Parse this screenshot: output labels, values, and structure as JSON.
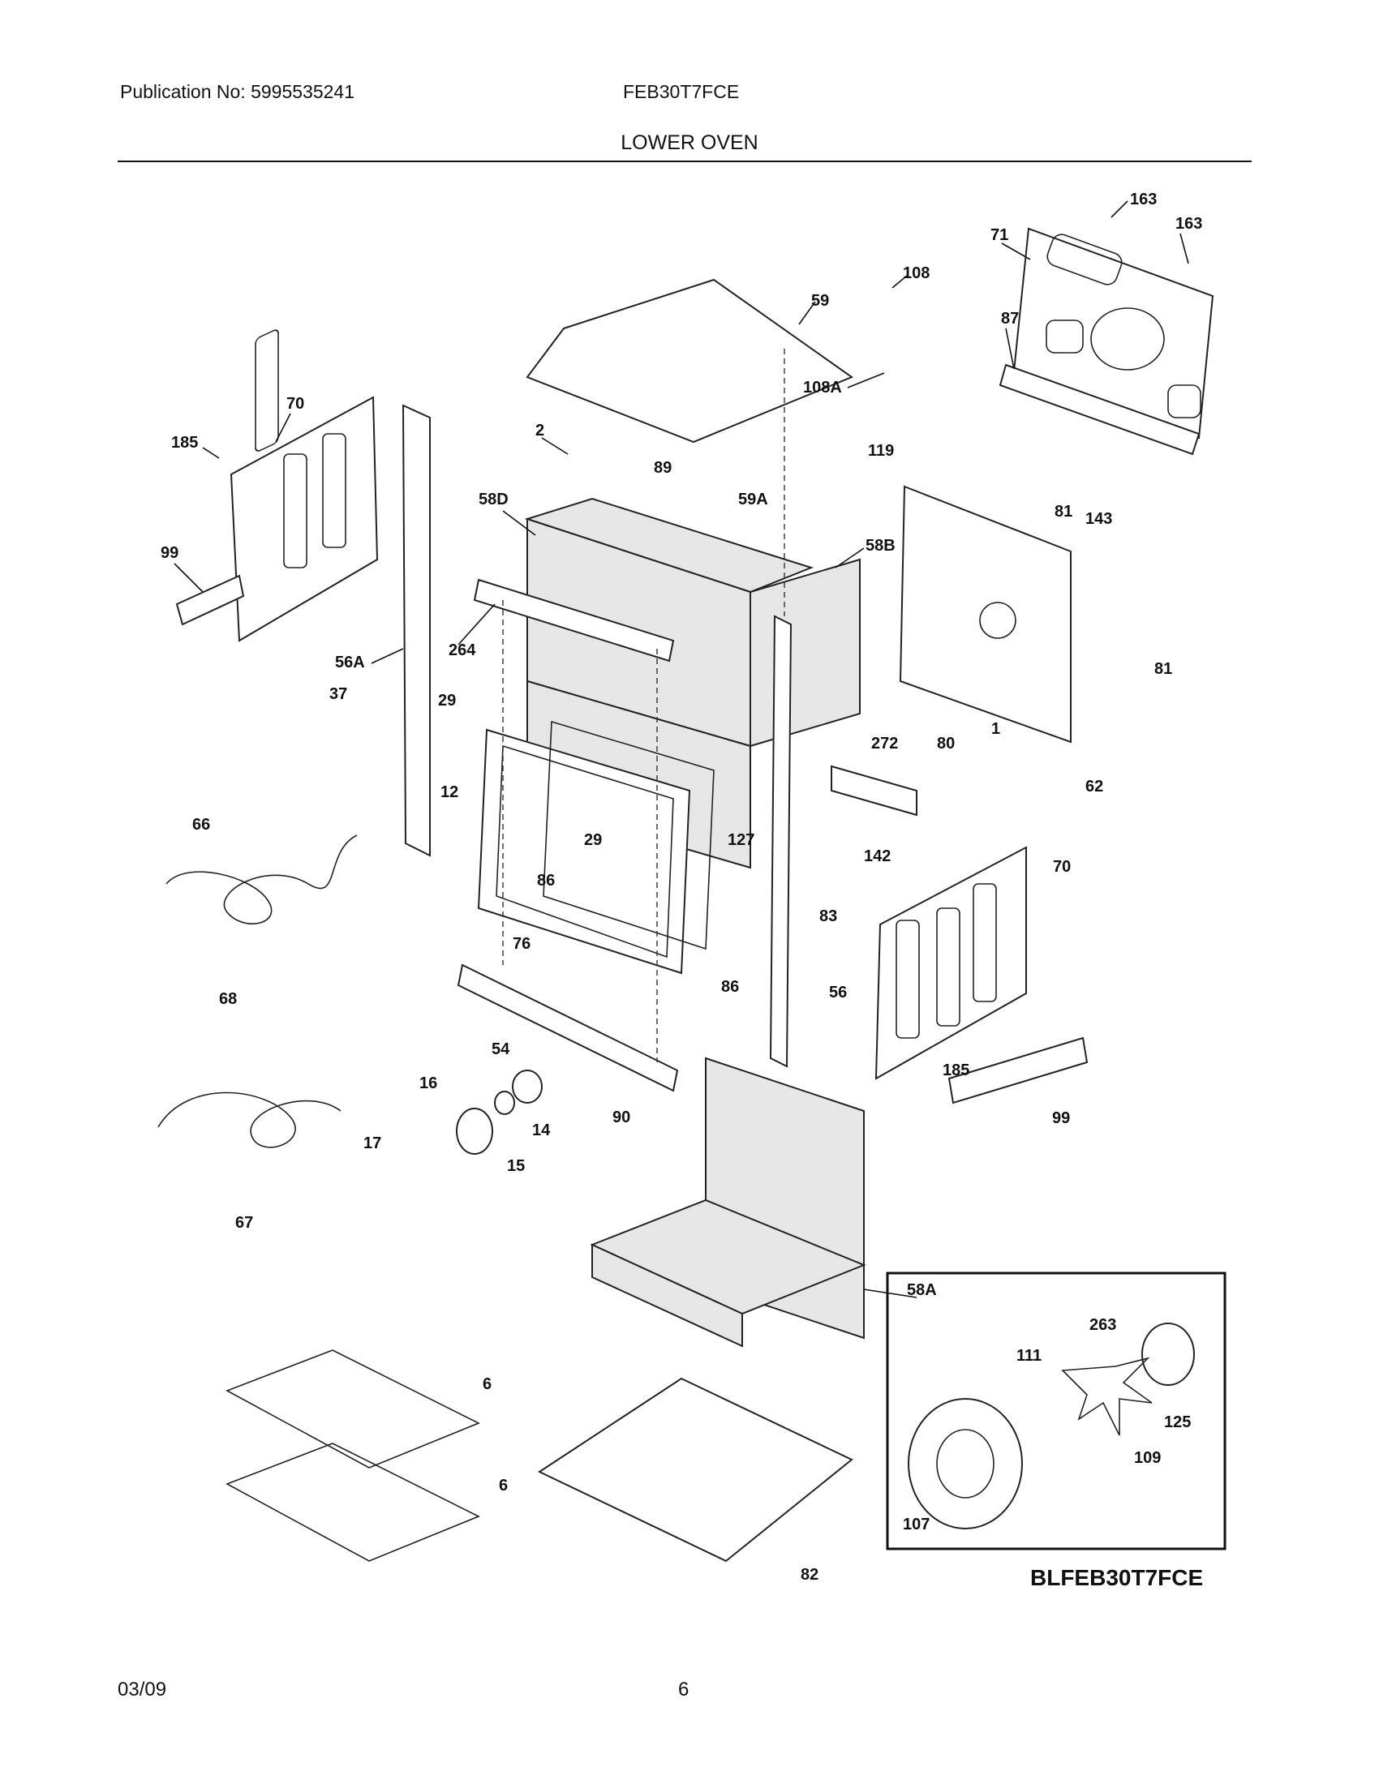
{
  "header": {
    "publication": "Publication No: 5995535241",
    "model": "FEB30T7FCE",
    "section_title": "LOWER OVEN"
  },
  "footer": {
    "date": "03/09",
    "page_number": "6"
  },
  "diagram": {
    "code": "BLFEB30T7FCE",
    "callouts": [
      "163",
      "163",
      "71",
      "108",
      "87",
      "59",
      "108A",
      "119",
      "70",
      "185",
      "2",
      "89",
      "58D",
      "59A",
      "58B",
      "81",
      "143",
      "99",
      "264",
      "56A",
      "37",
      "29",
      "81",
      "12",
      "272",
      "80",
      "1",
      "62",
      "66",
      "29",
      "127",
      "142",
      "86",
      "70",
      "83",
      "76",
      "86",
      "56",
      "68",
      "185",
      "54",
      "99",
      "16",
      "14",
      "90",
      "17",
      "15",
      "67",
      "58A",
      "263",
      "111",
      "6",
      "125",
      "109",
      "6",
      "107",
      "82"
    ]
  }
}
